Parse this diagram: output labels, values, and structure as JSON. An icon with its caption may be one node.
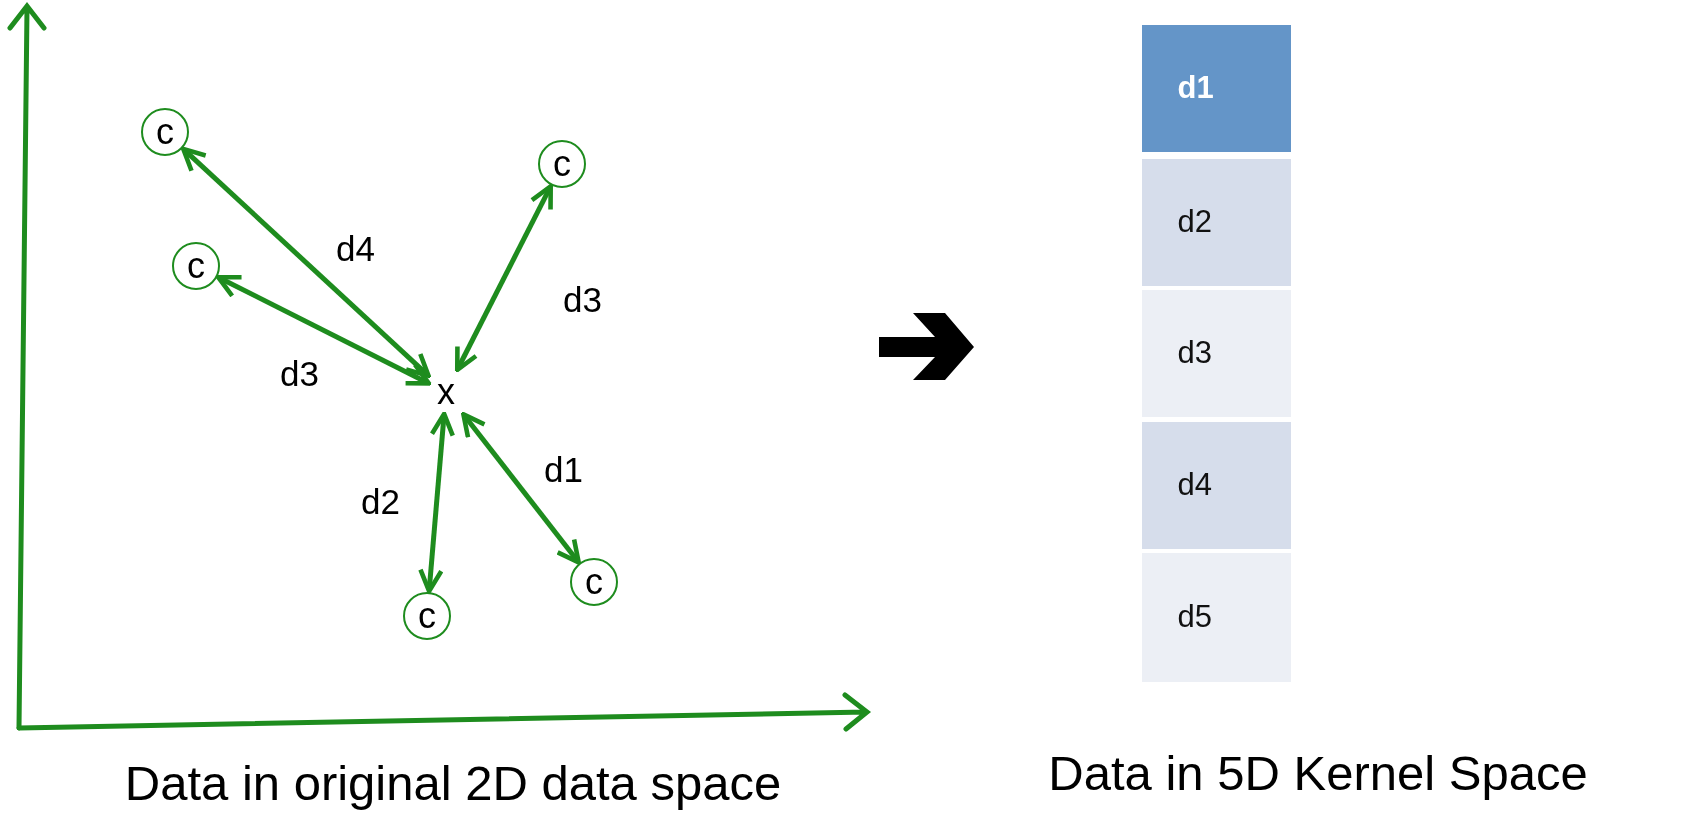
{
  "diagram": {
    "nodes": [
      {
        "text": [
          "c"
        ]
      },
      {
        "text": [
          "c"
        ]
      },
      {
        "text": [
          "c"
        ]
      },
      {
        "text": [
          "x"
        ]
      },
      {
        "text": [
          "c"
        ]
      },
      {
        "text": [
          "c"
        ]
      },
      {
        "text": [
          "d1"
        ]
      },
      {
        "text": [
          "d2"
        ]
      },
      {
        "text": [
          "d3"
        ]
      },
      {
        "text": [
          "d4"
        ]
      },
      {
        "text": [
          "d5"
        ]
      }
    ],
    "edges": [
      {
        "from": 0,
        "to": 3,
        "arrow": "both",
        "label": "d4"
      },
      {
        "from": 2,
        "to": 3,
        "arrow": "both",
        "label": "d3"
      },
      {
        "from": 1,
        "to": 3,
        "arrow": "both",
        "label": "d3"
      },
      {
        "from": 3,
        "to": 4,
        "arrow": "both",
        "label": "d2"
      },
      {
        "from": 3,
        "to": 5,
        "arrow": "both",
        "label": "d1"
      }
    ],
    "labels": [
      "Data in original 2D data space",
      "Data in 5D Kernel Space"
    ]
  }
}
